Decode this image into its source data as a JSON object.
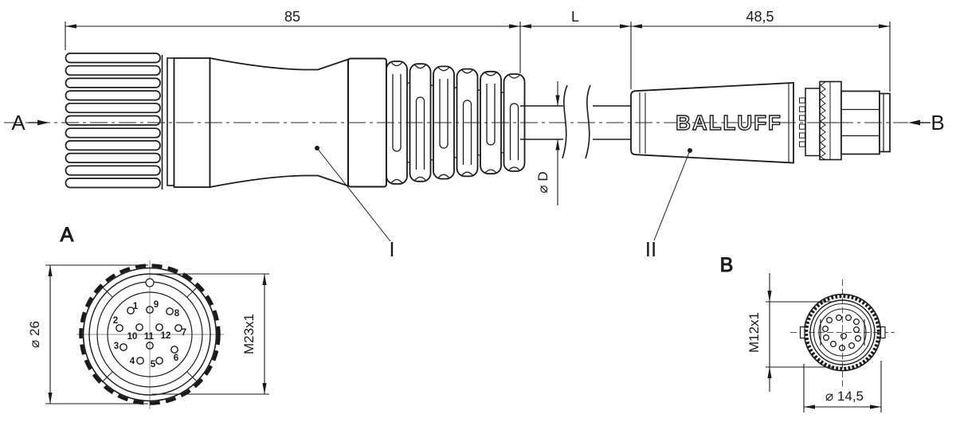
{
  "colors": {
    "line": "#1a1a1a",
    "background": "#ffffff",
    "centerline": "#2a2a2a",
    "crosshair": "#8f8f8f"
  },
  "brand": "BALLUFF",
  "section_arrows": {
    "a": "A",
    "b": "B"
  },
  "callouts": {
    "part_i": "I",
    "part_ii": "II"
  },
  "top_dimensions": {
    "connector_a_length": "85",
    "cable_length": "L",
    "connector_b_length": "48,5"
  },
  "cable": {
    "diameter_label": "⌀ D"
  },
  "view_a": {
    "title": "A",
    "outer_diameter": "⌀ 26",
    "thread": "M23x1",
    "pins": [
      "1",
      "9",
      "8",
      "2",
      "10",
      "11",
      "12",
      "7",
      "3",
      "6",
      "4",
      "5"
    ]
  },
  "view_b": {
    "title": "B",
    "thread": "M12x1",
    "outer_diameter": "⌀ 14,5"
  }
}
